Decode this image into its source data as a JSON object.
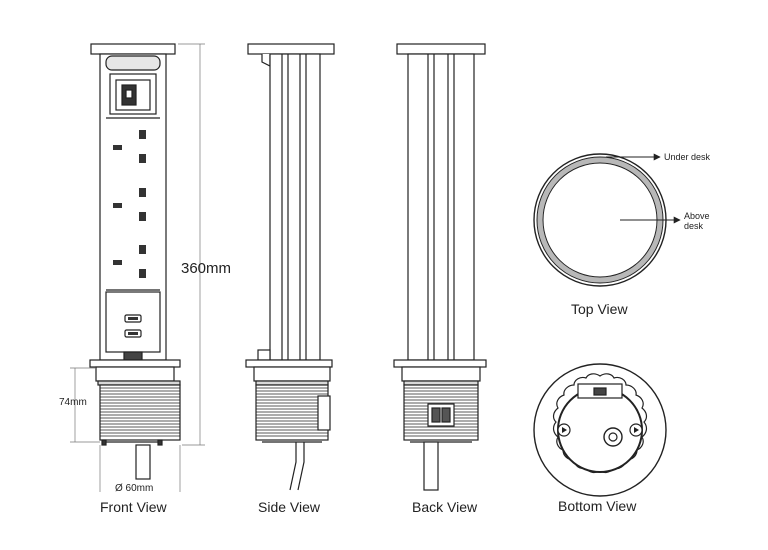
{
  "views": {
    "front": "Front View",
    "side": "Side View",
    "back": "Back View",
    "top": "Top View",
    "bottom": "Bottom View"
  },
  "dimensions": {
    "height": "360mm",
    "collar": "74mm",
    "diameter": "Ø 60mm"
  },
  "annotations": {
    "under_desk": "Under desk",
    "above_desk_line1": "Above",
    "above_desk_line2": "desk"
  },
  "colors": {
    "line": "#222222",
    "fill": "#ffffff",
    "shade": "#d8d8d8"
  }
}
